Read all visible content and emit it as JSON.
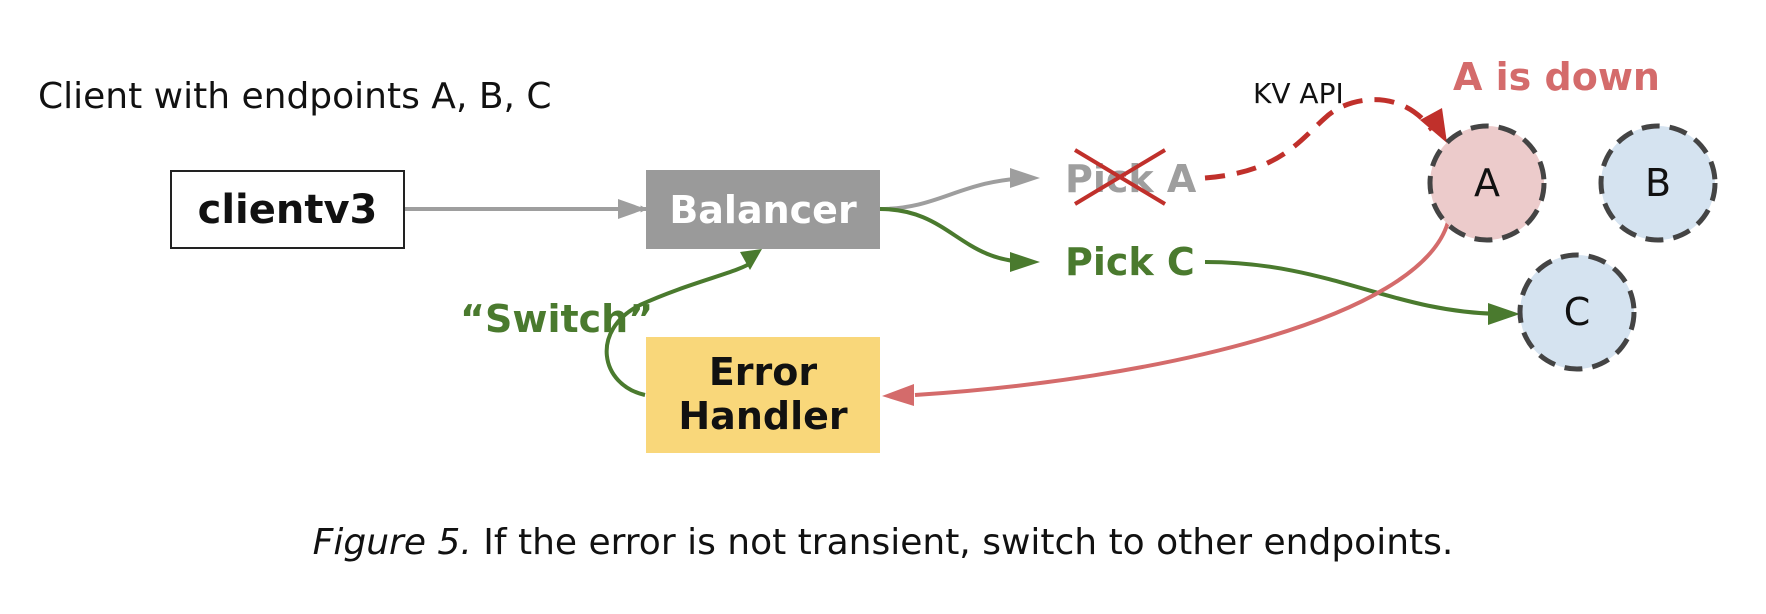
{
  "heading": "Client with endpoints A, B, C",
  "client_box": {
    "label": "clientv3"
  },
  "balancer_box": {
    "label": "Balancer"
  },
  "error_handler_box": {
    "line1": "Error",
    "line2": "Handler"
  },
  "pick_a": {
    "label": "Pick A"
  },
  "pick_c": {
    "label": "Pick C"
  },
  "switch_label": "“Switch”",
  "kv_api_label": "KV API",
  "a_down_label": "A is down",
  "endpoints": [
    {
      "label": "A",
      "fill": "#eccbcb"
    },
    {
      "label": "B",
      "fill": "#d5e3f0"
    },
    {
      "label": "C",
      "fill": "#d5e3f0"
    }
  ],
  "caption": {
    "figure": "Figure 5.",
    "text": " If the error is not transient, switch to other endpoints."
  },
  "colors": {
    "gray_arrow": "#9e9e9e",
    "green": "#4a7a2e",
    "red": "#d46b6b",
    "dark_red": "#c0302b",
    "balancer_fill": "#9a9a9a",
    "error_fill": "#f9d77a",
    "circle_stroke": "#444444"
  }
}
